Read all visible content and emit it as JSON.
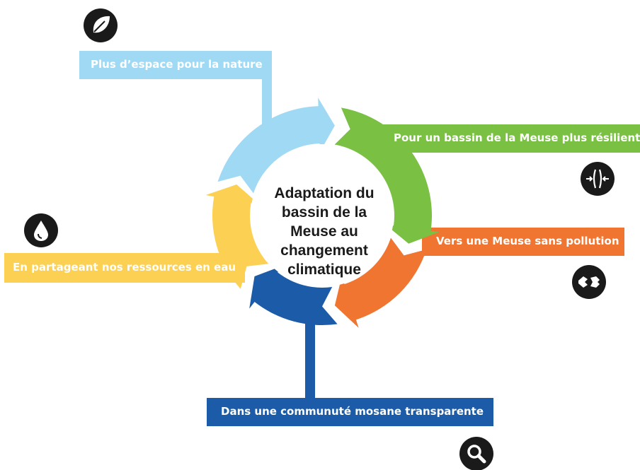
{
  "center": {
    "lines": [
      "Adaptation du",
      "bassin de la",
      "Meuse au",
      "changement",
      "climatique"
    ]
  },
  "segments": [
    {
      "label": "Plus d’espace pour la nature",
      "color": "#9fd9f4",
      "icon": "leaf-icon"
    },
    {
      "label": "Pour un bassin de la Meuse plus résilient",
      "color": "#79c043",
      "icon": "compress-arrows-icon"
    },
    {
      "label": "Vers une Meuse sans pollution",
      "color": "#f07531",
      "icon": "broken-fish-icon"
    },
    {
      "label": "Dans une communuté mosane transparente",
      "color": "#1c5ba7",
      "icon": "magnifier-icon"
    },
    {
      "label": "En partageant nos ressources en eau",
      "color": "#fbd053",
      "icon": "water-drop-icon"
    }
  ],
  "icon_color": "#1a1a1a"
}
